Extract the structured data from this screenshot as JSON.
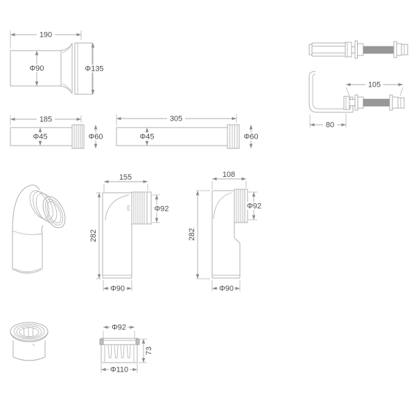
{
  "drawing": {
    "background": "#ffffff",
    "line_color": "#afafaf",
    "text_color": "#4c4c4c",
    "thread_color": "#9b9b9b",
    "parts": {
      "pan_connector": {
        "label_length": "190",
        "label_pipe_dia": "Φ90",
        "label_flange_dia": "Φ135"
      },
      "flush_pipe_short": {
        "label_length": "185",
        "label_pipe_dia": "Φ45",
        "label_cone_dia": "Φ60"
      },
      "flush_pipe_long": {
        "label_length": "305",
        "label_pipe_dia": "Φ45",
        "label_cone_dia": "Φ60"
      },
      "fixing_bolt": {
        "label_length": "105"
      },
      "fixing_bracket": {
        "label_width": "80"
      },
      "elbow_155": {
        "label_width": "155",
        "label_socket_dia": "Φ92",
        "label_height": "282",
        "label_outlet_dia": "Φ90"
      },
      "elbow_108": {
        "label_width": "108",
        "label_socket_dia": "Φ92",
        "label_height": "282",
        "label_outlet_dia": "Φ90"
      },
      "seal_gasket": {
        "label_top_dia": "Φ92",
        "label_height": "73",
        "label_bottom_dia": "Φ110"
      }
    }
  }
}
